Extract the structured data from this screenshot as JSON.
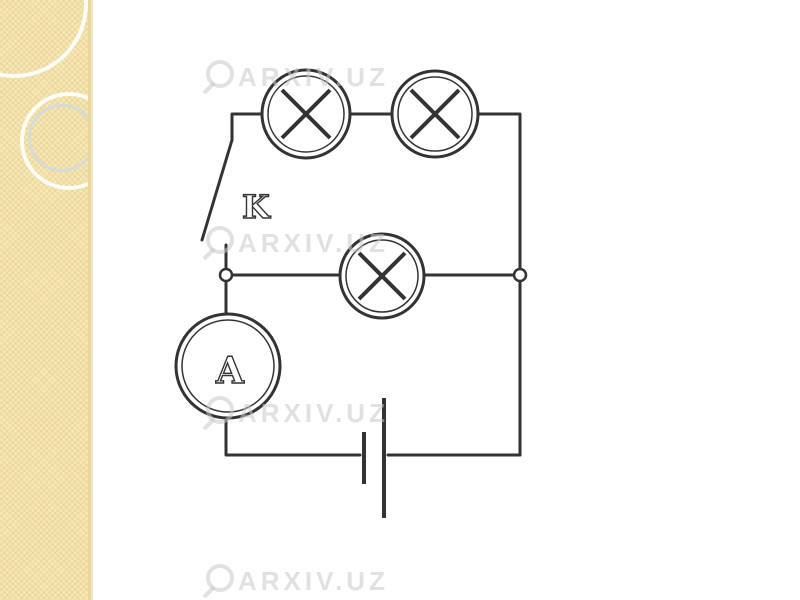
{
  "slide": {
    "panel_color": "#f6e7b4"
  },
  "watermark": {
    "text": "ARXIV.UZ",
    "icon": "magnifier-icon"
  },
  "circuit": {
    "switch_label": "K",
    "ammeter_label": "A",
    "components": [
      "lamp",
      "lamp",
      "lamp",
      "switch",
      "ammeter",
      "battery"
    ],
    "wire_color": "#333333"
  }
}
